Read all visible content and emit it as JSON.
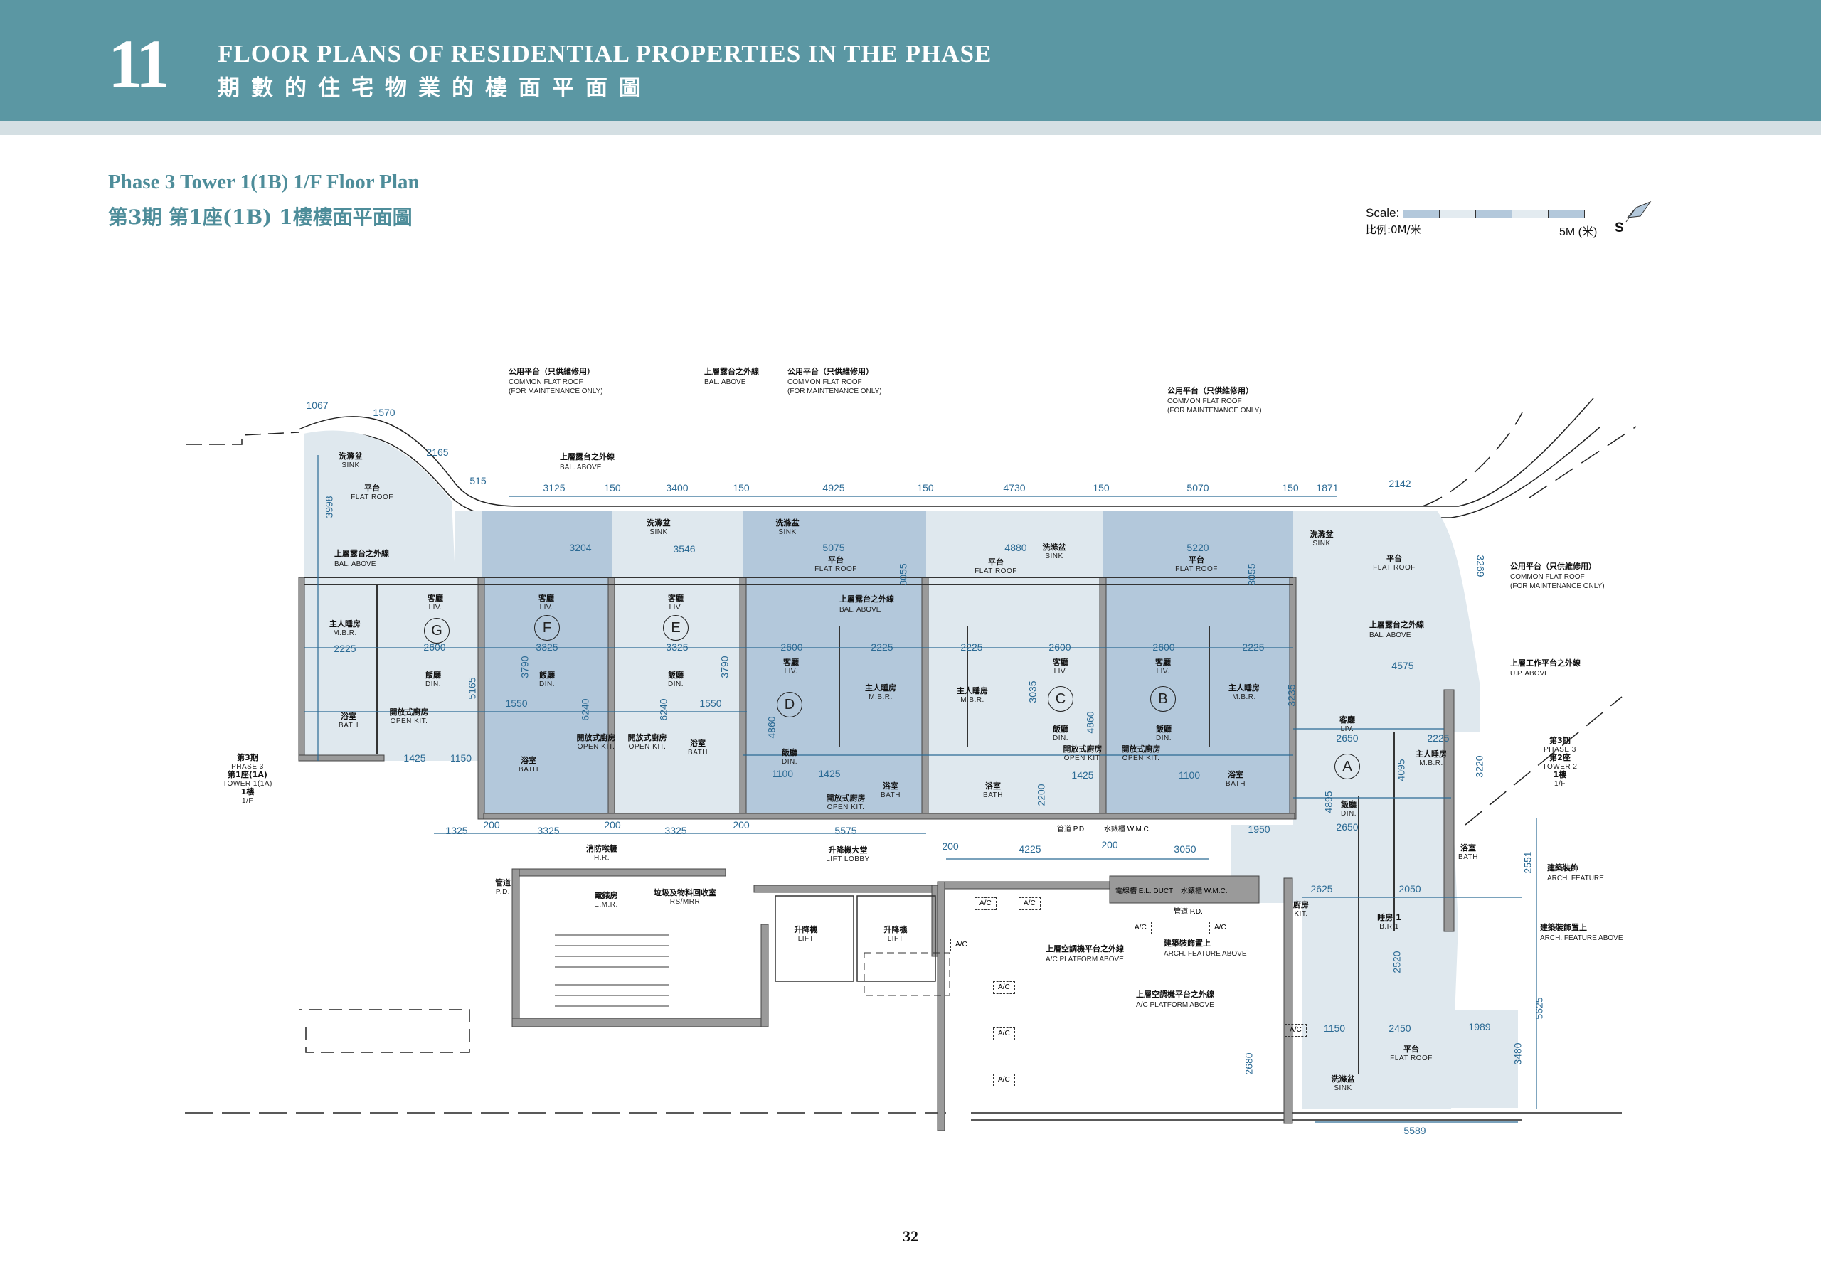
{
  "header": {
    "section_number": "11",
    "title_en": "FLOOR PLANS OF RESIDENTIAL PROPERTIES IN THE PHASE",
    "title_cn": "期數的住宅物業的樓面平面圖"
  },
  "plan_title": {
    "en": "Phase 3 Tower 1(1B) 1/F Floor Plan",
    "cn": "第3期 第1座(1B) 1樓樓面平面圖"
  },
  "scale": {
    "label": "Scale:",
    "label_cn": "比例:0M/米",
    "end": "5M (米)",
    "north": "S"
  },
  "colors": {
    "header": "#5b97a3",
    "band": "#d4dfe3",
    "unit_light": "#dfe8ee",
    "unit_dark": "#b3c8db",
    "dimension": "#2b6a94"
  },
  "units": [
    "G",
    "F",
    "E",
    "D",
    "C",
    "B",
    "A"
  ],
  "rooms": [
    {
      "cn": "客廳",
      "en": "LIV."
    },
    {
      "cn": "主人睡房",
      "en": "M.B.R."
    },
    {
      "cn": "飯廳",
      "en": "DIN."
    },
    {
      "cn": "開放式廚房",
      "en": "OPEN KIT."
    },
    {
      "cn": "浴室",
      "en": "BATH"
    },
    {
      "cn": "客廳",
      "en": "LIV."
    },
    {
      "cn": "飯廳",
      "en": "DIN."
    },
    {
      "cn": "開放式廚房",
      "en": "OPEN KIT."
    },
    {
      "cn": "浴室",
      "en": "BATH"
    },
    {
      "cn": "客廳",
      "en": "LIV."
    },
    {
      "cn": "飯廳",
      "en": "DIN."
    },
    {
      "cn": "開放式廚房",
      "en": "OPEN KIT."
    },
    {
      "cn": "浴室",
      "en": "BATH"
    },
    {
      "cn": "客廳",
      "en": "LIV."
    },
    {
      "cn": "主人睡房",
      "en": "M.B.R."
    },
    {
      "cn": "飯廳",
      "en": "DIN."
    },
    {
      "cn": "開放式廚房",
      "en": "OPEN KIT."
    },
    {
      "cn": "浴室",
      "en": "BATH"
    },
    {
      "cn": "客廳",
      "en": "LIV."
    },
    {
      "cn": "主人睡房",
      "en": "M.B.R."
    },
    {
      "cn": "飯廳",
      "en": "DIN."
    },
    {
      "cn": "開放式廚房",
      "en": "OPEN KIT."
    },
    {
      "cn": "浴室",
      "en": "BATH"
    },
    {
      "cn": "客廳",
      "en": "LIV."
    },
    {
      "cn": "主人睡房",
      "en": "M.B.R."
    },
    {
      "cn": "飯廳",
      "en": "DIN."
    },
    {
      "cn": "開放式廚房",
      "en": "OPEN KIT."
    },
    {
      "cn": "浴室",
      "en": "BATH"
    },
    {
      "cn": "客廳",
      "en": "LIV."
    },
    {
      "cn": "主人睡房",
      "en": "M.B.R."
    },
    {
      "cn": "飯廳",
      "en": "DIN."
    },
    {
      "cn": "廚房",
      "en": "KIT."
    },
    {
      "cn": "睡房 1",
      "en": "B.R.1"
    },
    {
      "cn": "浴室",
      "en": "BATH"
    },
    {
      "cn": "平台",
      "en": "FLAT ROOF"
    },
    {
      "cn": "平台",
      "en": "FLAT ROOF"
    },
    {
      "cn": "平台",
      "en": "FLAT ROOF"
    },
    {
      "cn": "平台",
      "en": "FLAT ROOF"
    },
    {
      "cn": "平台",
      "en": "FLAT ROOF"
    },
    {
      "cn": "平台",
      "en": "FLAT ROOF"
    },
    {
      "cn": "升降機大堂",
      "en": "LIFT LOBBY"
    },
    {
      "cn": "升降機",
      "en": "LIFT"
    },
    {
      "cn": "升降機",
      "en": "LIFT"
    },
    {
      "cn": "電錶房",
      "en": "E.M.R."
    },
    {
      "cn": "垃圾及物料回收室",
      "en": "RS/MRR"
    },
    {
      "cn": "消防喉轆",
      "en": "H.R."
    },
    {
      "cn": "管道",
      "en": "P.D."
    },
    {
      "cn": "洗滌盆",
      "en": "SINK"
    },
    {
      "cn": "洗滌盆",
      "en": "SINK"
    },
    {
      "cn": "洗滌盆",
      "en": "SINK"
    },
    {
      "cn": "洗滌盆",
      "en": "SINK"
    },
    {
      "cn": "洗滌盆",
      "en": "SINK"
    },
    {
      "cn": "洗滌盆",
      "en": "SINK"
    }
  ],
  "callouts": [
    {
      "cn": "公用平台（只供維修用）",
      "en": "COMMON FLAT ROOF",
      "en2": "(FOR MAINTENANCE ONLY)"
    },
    {
      "cn": "上層露台之外線",
      "en": "BAL. ABOVE",
      "en2": ""
    },
    {
      "cn": "公用平台（只供維修用）",
      "en": "COMMON FLAT ROOF",
      "en2": "(FOR MAINTENANCE ONLY)"
    },
    {
      "cn": "公用平台（只供維修用）",
      "en": "COMMON FLAT ROOF",
      "en2": "(FOR MAINTENANCE ONLY)"
    },
    {
      "cn": "上層露台之外線",
      "en": "BAL. ABOVE",
      "en2": ""
    },
    {
      "cn": "公用平台（只供維修用）",
      "en": "COMMON FLAT ROOF",
      "en2": "(FOR MAINTENANCE ONLY)"
    },
    {
      "cn": "上層工作平台之外線",
      "en": "U.P. ABOVE",
      "en2": ""
    },
    {
      "cn": "建築裝飾",
      "en": "ARCH.  FEATURE",
      "en2": ""
    },
    {
      "cn": "建築裝飾置上",
      "en": "ARCH.  FEATURE ABOVE",
      "en2": ""
    },
    {
      "cn": "上層空調機平台之外線",
      "en": "A/C PLATFORM ABOVE",
      "en2": ""
    },
    {
      "cn": "上層空調機平台之外線",
      "en": "A/C PLATFORM ABOVE",
      "en2": ""
    },
    {
      "cn": "建築裝飾置上",
      "en": "ARCH.  FEATURE ABOVE",
      "en2": ""
    },
    {
      "cn": "上層露台之外線",
      "en": "BAL. ABOVE",
      "en2": ""
    },
    {
      "cn": "上層露台之外線",
      "en": "BAL. ABOVE",
      "en2": ""
    },
    {
      "cn": "上層露台之外線",
      "en": "BAL. ABOVE",
      "en2": ""
    }
  ],
  "tower_labels": [
    {
      "l1": "第3期",
      "l2": "PHASE 3",
      "l3": "第1座(1A)",
      "l4": "TOWER 1(1A)",
      "l5": "1樓",
      "l6": "1/F"
    },
    {
      "l1": "第3期",
      "l2": "PHASE 3",
      "l3": "第2座",
      "l4": "TOWER 2",
      "l5": "1樓",
      "l6": "1/F"
    }
  ],
  "dimensions_top": [
    "1067",
    "1570",
    "2165",
    "515",
    "3125",
    "150",
    "3400",
    "150",
    "4925",
    "150",
    "4730",
    "150",
    "5070",
    "150",
    "1871",
    "2142",
    "3269",
    "3998"
  ],
  "dimensions_internal": [
    "3204",
    "3546",
    "5075",
    "4880",
    "5220",
    "3055",
    "3055",
    "2225",
    "2600",
    "3325",
    "3325",
    "2600",
    "2225",
    "2225",
    "2600",
    "2600",
    "2225",
    "5165",
    "3790",
    "6240",
    "6240",
    "3790",
    "4860",
    "3035",
    "4860",
    "3235",
    "4575",
    "2650",
    "2225",
    "4095",
    "4895",
    "2650",
    "3220",
    "2625",
    "2050",
    "2520",
    "1550",
    "1550",
    "1425",
    "1150",
    "1100",
    "1425",
    "1425",
    "1100",
    "2200"
  ],
  "dimensions_bottom": [
    "1325",
    "200",
    "3325",
    "200",
    "3325",
    "200",
    "5575",
    "200",
    "4225",
    "200",
    "3050",
    "1950",
    "1150",
    "2450",
    "1989",
    "5589",
    "2680",
    "3480",
    "5625",
    "2551"
  ],
  "services": [
    "管道 P.D.",
    "水錶櫃 W.M.C.",
    "電線槽 E.L. DUCT",
    "水錶櫃 W.M.C.",
    "管道 P.D.",
    "A/C",
    "A/C",
    "A/C",
    "A/C",
    "A/C",
    "A/C",
    "A/C",
    "A/C",
    "A/C"
  ],
  "page_number": "32"
}
